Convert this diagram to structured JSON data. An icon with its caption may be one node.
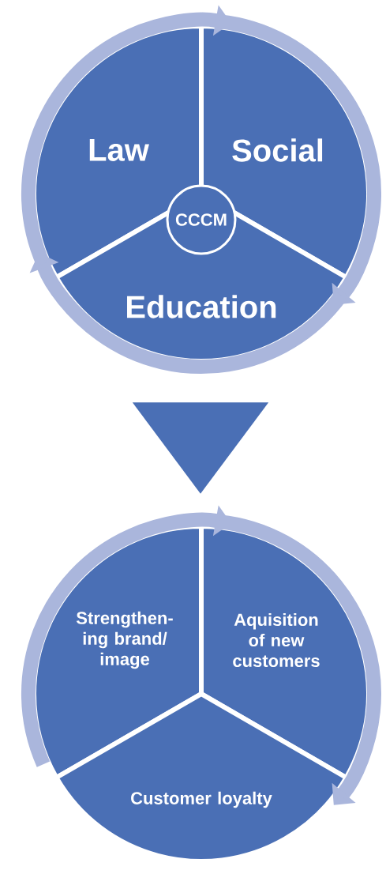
{
  "diagram": {
    "nodes": [
      {
        "text": [
          "Law"
        ]
      },
      {
        "text": [
          "Social"
        ]
      },
      {
        "text": [
          "CCCM"
        ]
      },
      {
        "text": [
          "Education"
        ]
      },
      {
        "text": [],
        "shape": "triangle"
      },
      {
        "text": [
          "Strengthen-ing brand/ image"
        ]
      },
      {
        "text": [
          "Aquisition of new customers"
        ]
      },
      {
        "text": [
          "Customer loyalty"
        ]
      }
    ],
    "edges": [
      {
        "from": 0,
        "to": 1,
        "arrow": "to"
      },
      {
        "from": 1,
        "to": 3,
        "arrow": "to"
      },
      {
        "from": 3,
        "to": 0,
        "arrow": "to"
      },
      {
        "from": 5,
        "to": 6,
        "arrow": "to"
      },
      {
        "from": 6,
        "to": 7,
        "arrow": "to"
      }
    ]
  }
}
